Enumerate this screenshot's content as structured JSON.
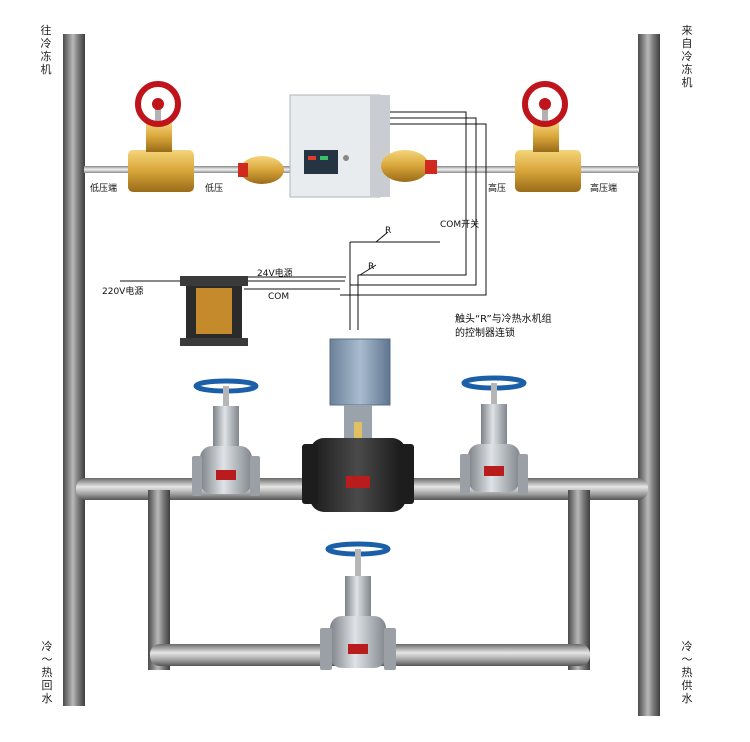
{
  "vertical_labels": {
    "to_chiller": "往\n冷\n冻\n机",
    "from_chiller": "来\n自\n冷\n冻\n机",
    "return_water": "冷\n～\n热\n回\n水",
    "supply_water": "冷\n～\n热\n供\n水"
  },
  "pipe_labels": {
    "low_pressure_end": "低压端",
    "low_pressure": "低压",
    "high_pressure": "高压",
    "high_pressure_end": "高压端"
  },
  "wiring_labels": {
    "com_switch": "COM开关",
    "relay_1": "R",
    "relay_2": "R",
    "power_220v": "220V电源",
    "power_24v": "24V电源",
    "com": "COM"
  },
  "note": {
    "line1": "触头“R”与冷热水机组",
    "line2": "的控制器连锁"
  },
  "colors": {
    "pipe_gray": "#8a8a8a",
    "valve_handle_red": "#c0141c",
    "valve_handle_blue": "#1a5fa8",
    "brass": "#d8a53a",
    "valve_body_gray": "#a9aeb3",
    "actuator_blue_gray": "#7f95ab",
    "cast_iron_dark": "#2a2a2a"
  }
}
